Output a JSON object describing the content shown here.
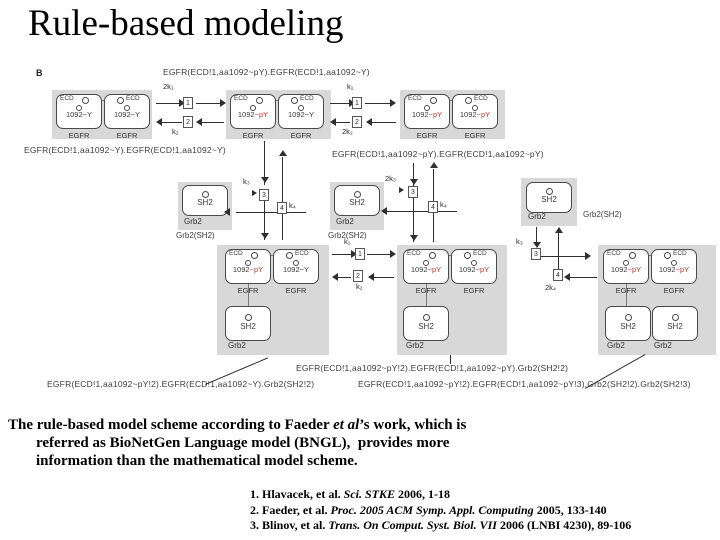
{
  "slide": {
    "title": "Rule-based modeling",
    "figure_label": "B",
    "body_lines": [
      [
        {
          "t": "The rule-based model scheme according to Faeder "
        },
        {
          "t": "et al",
          "i": true
        },
        {
          "t": "’s work, which is"
        }
      ],
      [
        {
          "t": "referred as BioNetGen Language model (BNGL),  provides more"
        }
      ],
      [
        {
          "t": "information than the mathematical model scheme."
        }
      ]
    ],
    "references": [
      [
        {
          "t": "1. Hlavacek, et al. "
        },
        {
          "t": "Sci. STKE",
          "i": true
        },
        {
          "t": " 2006, 1-18"
        }
      ],
      [
        {
          "t": "2. Faeder, et al. "
        },
        {
          "t": "Proc. 2005 ACM Symp. Appl. Computing",
          "i": true
        },
        {
          "t": " 2005, 133-140"
        }
      ],
      [
        {
          "t": "3. Blinov, et al. "
        },
        {
          "t": "Trans. On Comput. Syst. Biol. VII",
          "i": true
        },
        {
          "t": " 2006 (LNBI 4230), 89-106"
        }
      ]
    ]
  },
  "diagram": {
    "labels": {
      "ecd": "ECD",
      "egfr": "EGFR",
      "sh2": "SH2",
      "grb2": "Grb2",
      "grb2_sh2": "Grb2(SH2)",
      "site_y": "1092~Y",
      "site_base": "1092",
      "site_py": "~pY",
      "k1": "k₁",
      "k2": "k₂",
      "k3": "k₃",
      "k4": "k₄",
      "2k1": "2k₁",
      "2k2": "2k₂",
      "2k3": "2k₃",
      "2k4": "2k₄",
      "n1": "1",
      "n2": "2",
      "n3": "3",
      "n4": "4"
    },
    "formulas": {
      "top": "EGFR(ECD!1,aa1092~pY).EGFR(ECD!1,aa1092~Y)",
      "row1_left": "EGFR(ECD!1,aa1092~Y).EGFR(ECD!1,aa1092~Y)",
      "row1_right": "EGFR(ECD!1,aa1092~pY).EGFR(ECD!1,aa1092~pY)",
      "row3_center": "EGFR(ECD!1,aa1092~pY!2).EGFR(ECD!1,aa1092~pY).Grb2(SH2!2)",
      "row3_left": "EGFR(ECD!1,aa1092~pY!2).EGFR(ECD!1,aa1092~Y).Grb2(SH2!2)",
      "row3_right": "EGFR(ECD!1,aa1092~pY!2).EGFR(ECD!1,aa1092~pY!3).Grb2(SH2!2).Grb2(SH2!3)"
    },
    "colors": {
      "phospho_red": "#c13a2e",
      "panel_gray": "#d8d8d8",
      "line_dark": "#2f2f2f",
      "box_border": "#4a4a4a"
    }
  }
}
